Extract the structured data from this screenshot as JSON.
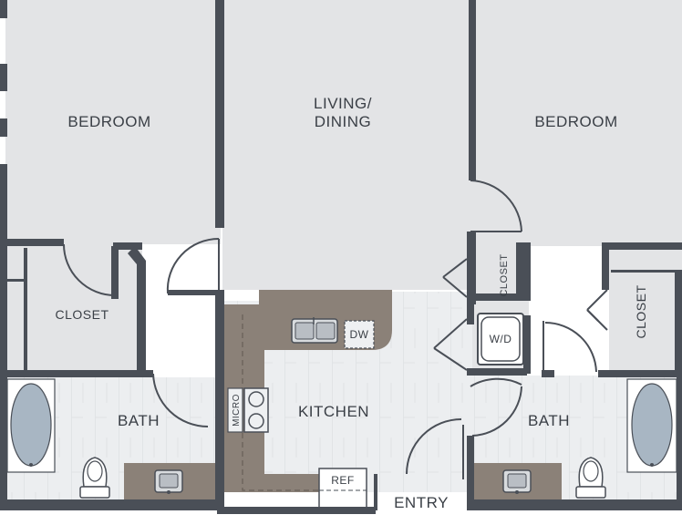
{
  "plan": {
    "colors": {
      "carpet": "#e3e4e6",
      "plank": "#eceef0",
      "plank_line": "#d6d9dd",
      "wall": "#4a4f57",
      "counter": "#8b8178",
      "tub": "#a8b6c3"
    },
    "rooms": {
      "bedroom_left": "BEDROOM",
      "living_line1": "LIVING/",
      "living_line2": "DINING",
      "bedroom_right": "BEDROOM",
      "closet_left": "CLOSET",
      "closet_center": "CLOSET",
      "closet_right": "CLOSET",
      "bath_left": "BATH",
      "bath_right": "BATH",
      "kitchen": "KITCHEN",
      "entry": "ENTRY"
    },
    "fixtures": {
      "dishwasher": "DW",
      "washer_dryer": "W/D",
      "microwave": "MICRO",
      "refrigerator": "REF"
    }
  }
}
